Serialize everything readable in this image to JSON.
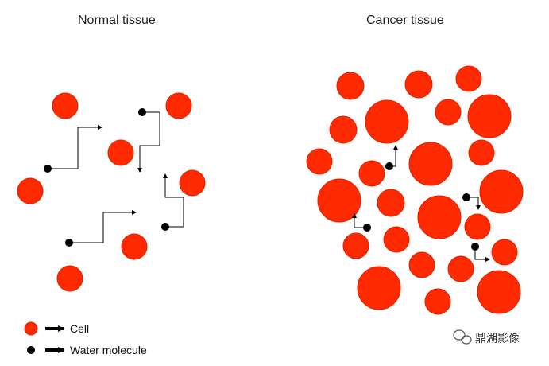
{
  "normal_title": "Normal tissue",
  "cancer_title": "Cancer tissue",
  "legend": {
    "cell_label": "Cell",
    "water_label": "Water molecule"
  },
  "watermark": {
    "text": "鼎湖影像",
    "icon": "wechat-icon"
  },
  "colors": {
    "cell": "#ff2a00",
    "cell_stroke": "#e02200",
    "water": "#000000",
    "arrow": "#000000"
  }
}
